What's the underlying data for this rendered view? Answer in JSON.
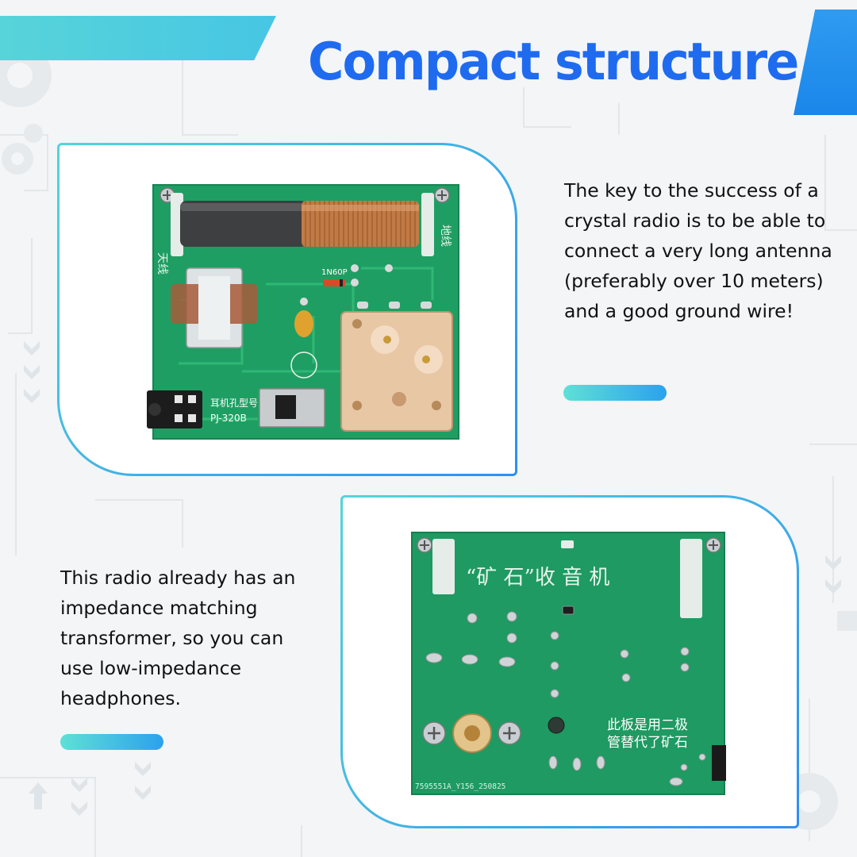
{
  "header": {
    "title": "Compact structure"
  },
  "colors": {
    "title_blue": "#1f6bf0",
    "accent_teal": "#57d4d9",
    "accent_blue": "#1a86ea",
    "pcb_green": "#1f9e63"
  },
  "feature_1": {
    "text": "The key to the success of a crystal radio is to be able to connect a very long antenna (preferably over 10 meters) and a good ground wire!",
    "board_labels": {
      "diode": "1N60P",
      "jack_model": "耳机孔型号",
      "jack_part": "PJ-320B",
      "antenna": "天线",
      "ground": "地线"
    }
  },
  "feature_2": {
    "text": "This radio already has an impedance matching transformer, so you can use low-impedance headphones.",
    "board_labels": {
      "board_title": "“矿 石”收 音 机",
      "note_line_1": "此板是用二极",
      "note_line_2": "管替代了矿石",
      "serial": "7595551A_Y156_250825"
    }
  }
}
